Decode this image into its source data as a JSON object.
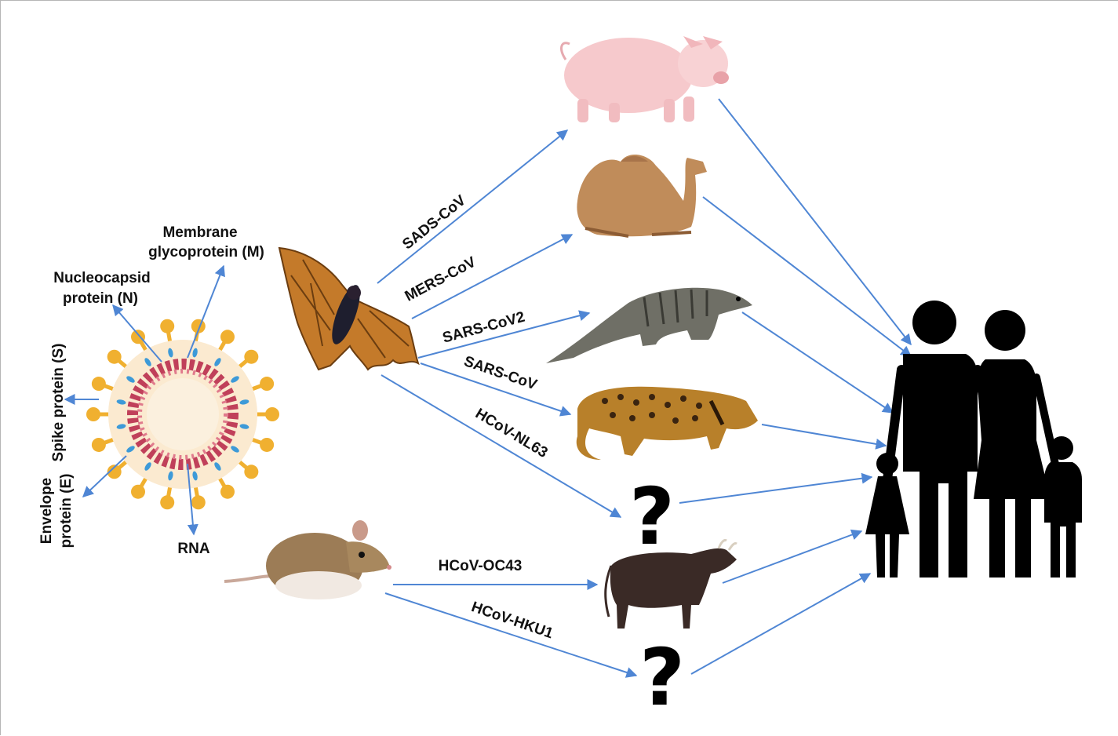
{
  "virus": {
    "labels": {
      "membrane_line1": "Membrane",
      "membrane_line2": "glycoprotein (M)",
      "nucleocapsid_line1": "Nucleocapsid",
      "nucleocapsid_line2": "protein (N)",
      "spike": "Spike protein (S)",
      "envelope_line1": "Envelope",
      "envelope_line2": "protein (E)",
      "rna": "RNA"
    }
  },
  "reservoirs": {
    "bat": "bat",
    "rodent": "rodent"
  },
  "transmissions": {
    "sads": "SADS-CoV",
    "mers": "MERS-CoV",
    "sars2": "SARS-CoV2",
    "sars": "SARS-CoV",
    "nl63": "HCoV-NL63",
    "oc43": "HCoV-OC43",
    "hku1": "HCoV-HKU1"
  },
  "intermediates": {
    "pig": "pig",
    "camel": "camel",
    "pangolin": "pangolin",
    "civet": "civet",
    "unknown_1": "?",
    "cattle": "cattle",
    "unknown_2": "?"
  },
  "target": "humans",
  "colors": {
    "arrow": "#4f86d4",
    "spike": "#f0b030",
    "membrane_ring": "#c0405a",
    "envelope_marks": "#3d9ad8",
    "virion_fill": "#fbead0",
    "silhouette": "#000000"
  }
}
